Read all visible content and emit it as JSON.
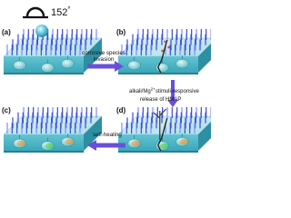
{
  "contact_angle": {
    "value": "152",
    "unit": "°"
  },
  "panels": [
    {
      "label": "(a)"
    },
    {
      "label": "(b)"
    },
    {
      "label": "(c)"
    },
    {
      "label": "(d)"
    }
  ],
  "arrows": {
    "a_to_b": [
      "corrosive species",
      "invasion"
    ],
    "b_to_d": [
      "alkali/Mg",
      "2+",
      "stimuli-responsive",
      "release of HMAP"
    ],
    "d_to_c": [
      "self-healing"
    ]
  },
  "colors": {
    "slab_top": "#bfe6ee",
    "slab_front": "#4fb6c7",
    "slab_side": "#2e8fa3",
    "pillar": "#3b4bd6",
    "pillar_light": "#7f8cff",
    "capsule": "#7fd0d6",
    "arrow": "#6a4fd8",
    "tree": "#3a3a3a",
    "crack": "#1a1a1a",
    "release_green": "#39d13a",
    "release_orange": "#f08a1c"
  }
}
